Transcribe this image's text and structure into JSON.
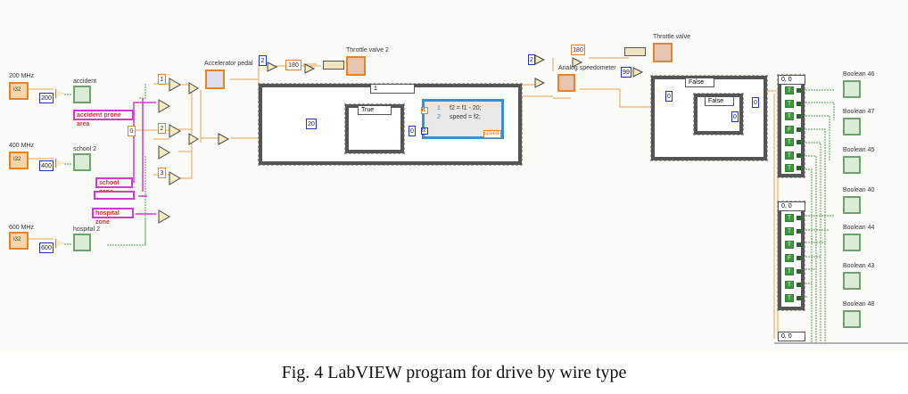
{
  "caption": "Fig. 4 LabVIEW program for drive by wire type",
  "inputs": [
    {
      "freq_label": "200 MHz",
      "constant": "200",
      "indicator": "accident"
    },
    {
      "freq_label": "400 MHz",
      "constant": "400",
      "indicator": "school 2"
    },
    {
      "freq_label": "600 MHz",
      "constant": "600",
      "indicator": "hospital 2"
    }
  ],
  "numeric_display": "I32",
  "zone_strings": [
    "accident prone area",
    "school zone",
    "",
    "hospital zone"
  ],
  "select_constants": [
    "1",
    "0",
    "2",
    "3"
  ],
  "accelerator_label": "Accelerator pedal",
  "throttle2": {
    "label": "Throttle valve 2",
    "const_a": "2",
    "const_b": "180"
  },
  "case_structure": {
    "selector": "1",
    "inner_selector": "True",
    "compare_const": "20",
    "math_const": "0",
    "formula_lines": [
      "f2 = f1 - 20;",
      "speed = f2;"
    ],
    "formula_line_numbers": [
      "1",
      "2"
    ],
    "inputs": [
      "f1",
      "f2"
    ],
    "output": "speed"
  },
  "throttle1": {
    "label": "Throttle valve",
    "const_a": "2",
    "const_b": "180"
  },
  "speedometer_label": "Analog speedometer",
  "right_case": {
    "compare_const": "99",
    "selector": "False",
    "inner_selector": "False",
    "const_a": "0",
    "const_b": "0",
    "const_c": "0"
  },
  "arrays": [
    {
      "index": "0, 0",
      "elements": [
        "T",
        "T",
        "T",
        "F",
        "T",
        "T",
        "T"
      ]
    },
    {
      "index": "0, 0",
      "elements": [
        "T",
        "T",
        "T",
        "F",
        "T",
        "T",
        "T"
      ]
    },
    {
      "index": "0, 0"
    }
  ],
  "booleans": [
    "Boolean 46",
    "Boolean 47",
    "Boolean 45",
    "Boolean 40",
    "Boolean 44",
    "Boolean 43",
    "Boolean 48"
  ],
  "colors": {
    "numeric_wire": "#e8822a",
    "string_wire": "#d03ad0",
    "boolean_wire": "#5a9a5a",
    "int_wire": "#2233cc",
    "frame": "#555555"
  }
}
